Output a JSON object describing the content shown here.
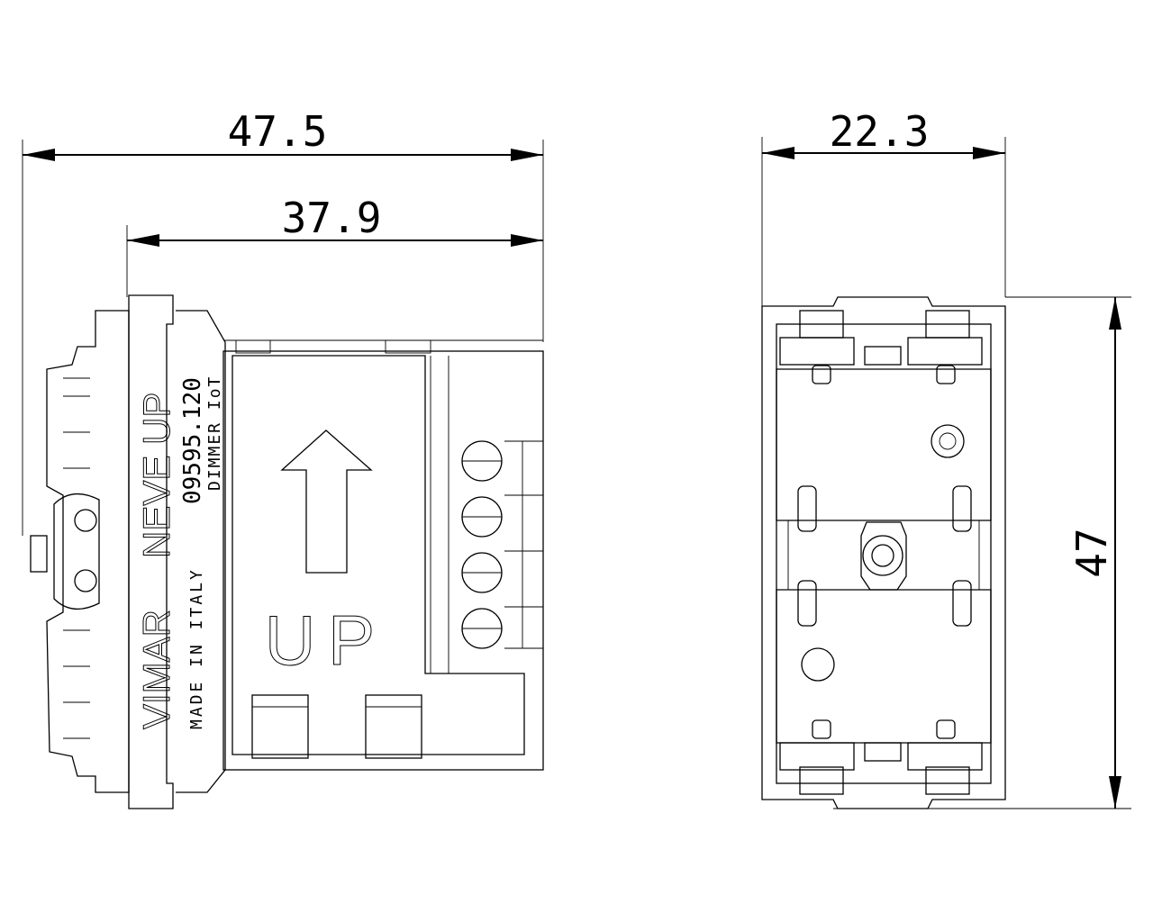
{
  "dimensions": {
    "side_total_width": "47.5",
    "side_body_width": "37.9",
    "front_width": "22.3",
    "front_height": "47"
  },
  "device_markings": {
    "brand": "VIMAR",
    "series": "NEVE UP",
    "code": "09595.120",
    "product": "DIMMER IoT",
    "origin": "MADE IN ITALY",
    "orientation_label": "UP"
  }
}
